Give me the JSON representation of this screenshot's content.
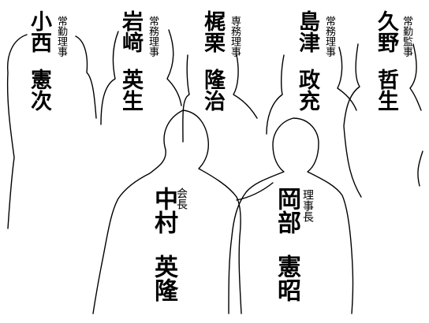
{
  "people": [
    {
      "id": "konishi",
      "name": "小西憲次",
      "name_lines": [
        "小西",
        "憲次"
      ],
      "title": "常勤理事"
    },
    {
      "id": "iwasaki",
      "name": "岩﨑英生",
      "name_lines": [
        "岩﨑",
        "英生"
      ],
      "title": "常務理事"
    },
    {
      "id": "kajikuri",
      "name": "梶栗隆治",
      "name_lines": [
        "梶栗",
        "隆治"
      ],
      "title": "専務理事"
    },
    {
      "id": "shimazu",
      "name": "島津政充",
      "name_lines": [
        "島津",
        "政充"
      ],
      "title": "常務理事"
    },
    {
      "id": "kuno",
      "name": "久野哲生",
      "name_lines": [
        "久野",
        "哲生"
      ],
      "title": "常勤監事"
    },
    {
      "id": "nakamura",
      "name": "中村英隆",
      "name_lines": [
        "中村",
        "英隆"
      ],
      "title": "会長"
    },
    {
      "id": "okabe",
      "name": "岡部憲昭",
      "name_lines": [
        "岡部",
        "憲昭"
      ],
      "title": "理事長"
    }
  ],
  "colors": {
    "background": "#ffffff",
    "ink": "#000000"
  }
}
